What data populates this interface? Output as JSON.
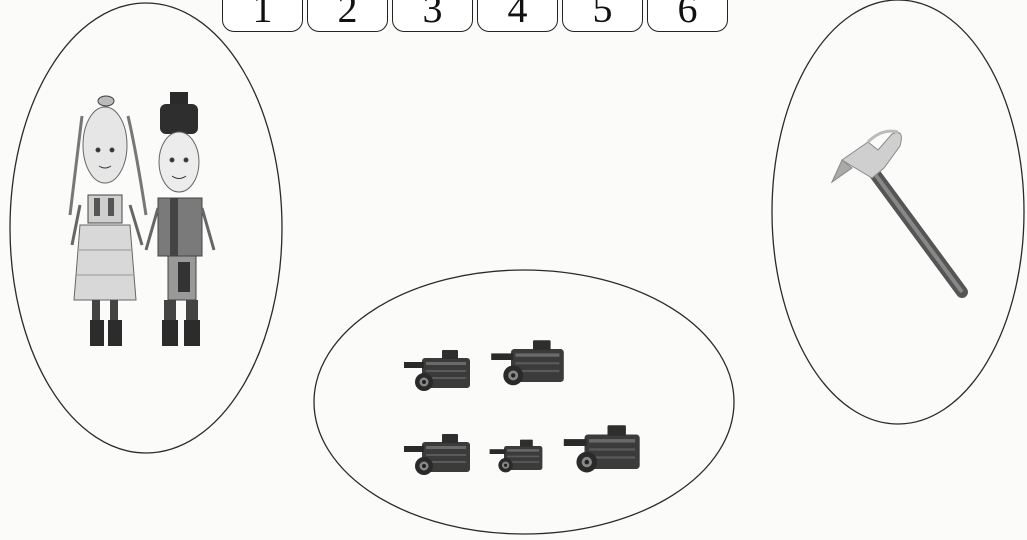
{
  "number_boxes": [
    "1",
    "2",
    "3",
    "4",
    "5",
    "6"
  ],
  "groups": [
    {
      "name": "children",
      "icon": "boy-and-girl-icon",
      "count": 2
    },
    {
      "name": "cameras",
      "icon": "video-camera-icon",
      "count": 5
    },
    {
      "name": "hammer",
      "icon": "hammer-icon",
      "count": 1
    }
  ]
}
